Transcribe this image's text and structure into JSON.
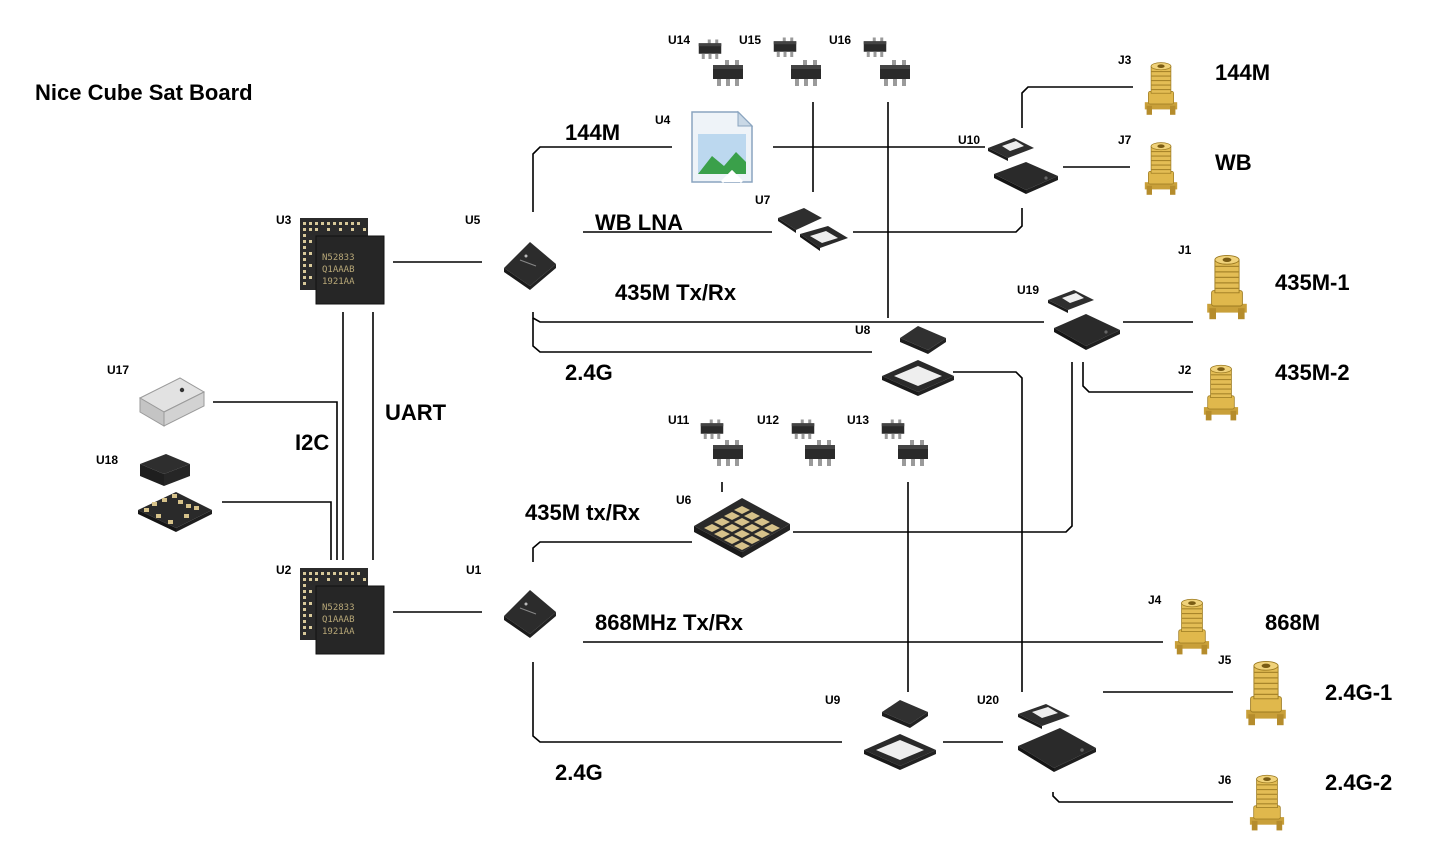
{
  "title": "Nice Cube Sat Board",
  "colors": {
    "chip": "#2b2b2b",
    "chip_top": "#3a3a3a",
    "pad": "#d8c99a",
    "gold": "#d4a93a",
    "gold_dark": "#9c7a20",
    "wire": "#000000"
  },
  "refs": {
    "U1": "U1",
    "U2": "U2",
    "U3": "U3",
    "U4": "U4",
    "U5": "U5",
    "U6": "U6",
    "U7": "U7",
    "U8": "U8",
    "U9": "U9",
    "U10": "U10",
    "U11": "U11",
    "U12": "U12",
    "U13": "U13",
    "U14": "U14",
    "U15": "U15",
    "U16": "U16",
    "U17": "U17",
    "U18": "U18",
    "U19": "U19",
    "U20": "U20",
    "J1": "J1",
    "J2": "J2",
    "J3": "J3",
    "J4": "J4",
    "J5": "J5",
    "J6": "J6",
    "J7": "J7"
  },
  "chip_marking": {
    "line1": "N52833",
    "line2": "Q1AAAB",
    "line3": "1921AA"
  },
  "links": {
    "l144m": "144M",
    "wb_lna": "WB LNA",
    "l435_txrx": "435M Tx/Rx",
    "l24g_top": "2.4G",
    "uart": "UART",
    "i2c": "I2C",
    "l435_txrx_lower": "435M tx/Rx",
    "l868_txrx": "868MHz Tx/Rx",
    "l24g_bottom": "2.4G"
  },
  "ports": {
    "p144m": "144M",
    "wb": "WB",
    "p435m1": "435M-1",
    "p435m2": "435M-2",
    "p868m": "868M",
    "p24g1": "2.4G-1",
    "p24g2": "2.4G-2"
  },
  "icons": {
    "broken_image": "broken-image-icon",
    "sma": "sma-connector-icon",
    "chip": "ic-chip-icon"
  }
}
